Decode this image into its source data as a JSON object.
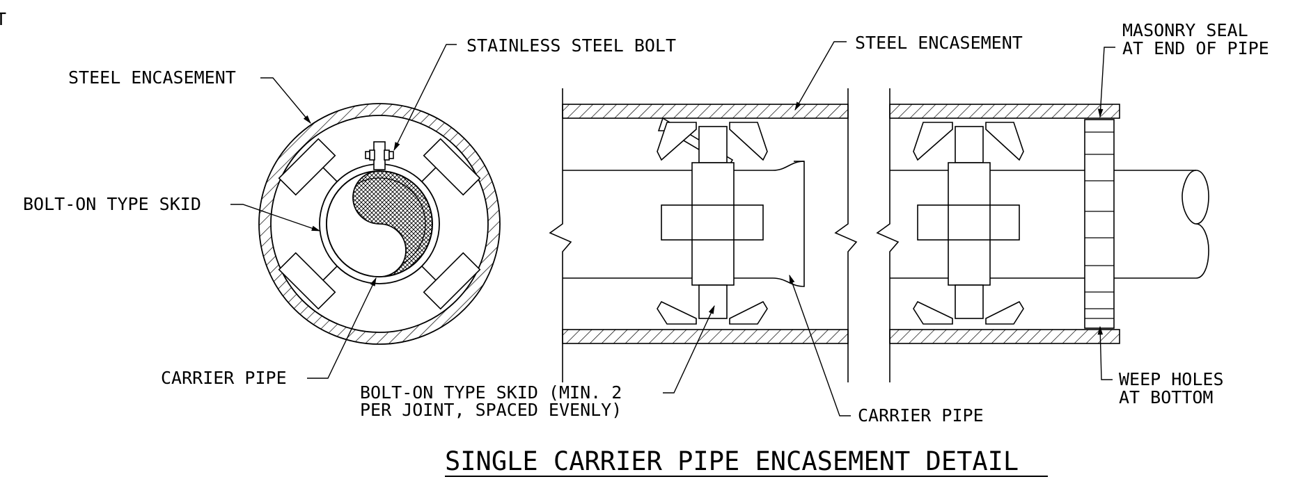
{
  "corner_mark": "T",
  "title": "SINGLE CARRIER PIPE ENCASEMENT DETAIL",
  "section_labels": {
    "steel_encasement": "STEEL ENCASEMENT",
    "stainless_bolt": "STAINLESS STEEL BOLT",
    "bolt_on_skid": "BOLT-ON TYPE SKID",
    "carrier_pipe": "CARRIER PIPE"
  },
  "elevation_labels": {
    "steel_encasement": "STEEL ENCASEMENT",
    "masonry_seal_line1": "MASONRY SEAL",
    "masonry_seal_line2": "AT END OF PIPE",
    "skid_line1": "BOLT-ON TYPE SKID (MIN. 2",
    "skid_line2": "PER JOINT, SPACED EVENLY)",
    "carrier_pipe": "CARRIER PIPE",
    "weep_line1": "WEEP HOLES",
    "weep_line2": "AT BOTTOM"
  }
}
